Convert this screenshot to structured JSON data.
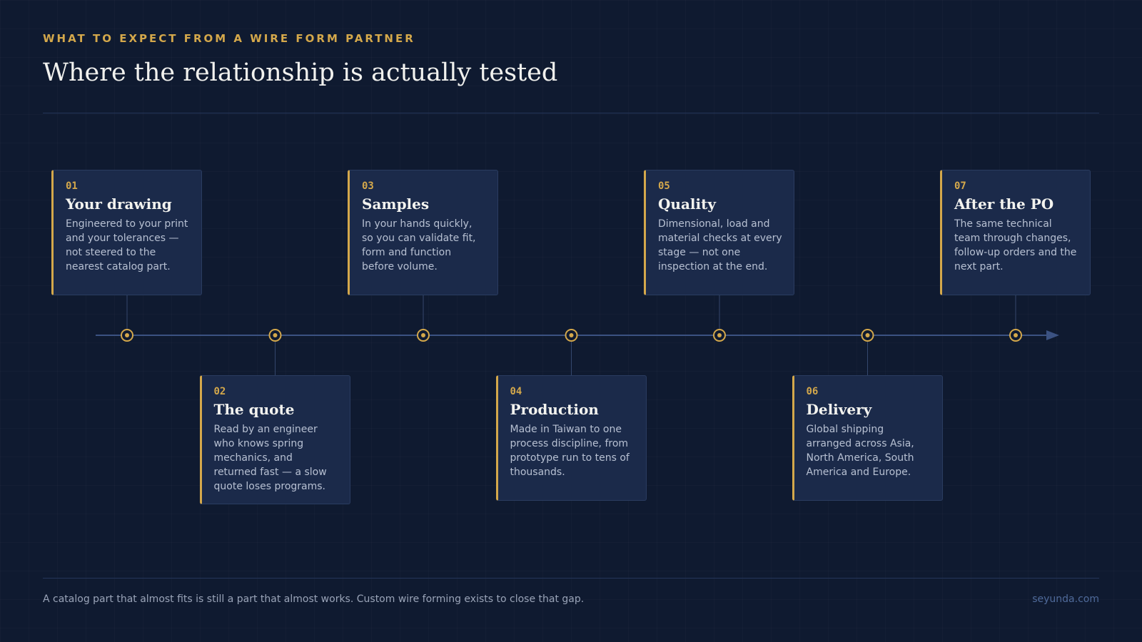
{
  "header": {
    "eyebrow": "WHAT TO EXPECT FROM A WIRE FORM PARTNER",
    "title": "Where the relationship is actually tested"
  },
  "colors": {
    "accent": "#d4a84b",
    "background": "#0f1a30",
    "card": "#1b2a4a",
    "timeline": "#3b5282"
  },
  "steps": [
    {
      "number": "01",
      "title": "Your drawing",
      "text": "Engineered to your print and your tolerances — not steered to the nearest catalog part.",
      "position": "above"
    },
    {
      "number": "02",
      "title": "The quote",
      "text": "Read by an engineer who knows spring mechanics, and returned fast — a slow quote loses programs.",
      "position": "below"
    },
    {
      "number": "03",
      "title": "Samples",
      "text": "In your hands quickly, so you can validate fit, form and function before volume.",
      "position": "above"
    },
    {
      "number": "04",
      "title": "Production",
      "text": "Made in Taiwan to one process discipline, from prototype run to tens of thousands.",
      "position": "below"
    },
    {
      "number": "05",
      "title": "Quality",
      "text": "Dimensional, load and material checks at every stage — not one inspection at the end.",
      "position": "above"
    },
    {
      "number": "06",
      "title": "Delivery",
      "text": "Global shipping arranged across Asia, North America, South America and Europe.",
      "position": "below"
    },
    {
      "number": "07",
      "title": "After the PO",
      "text": "The same technical team through changes, follow-up orders and the next part.",
      "position": "above"
    }
  ],
  "footer": {
    "note": "A catalog part that almost fits is still a part that almost works. Custom wire forming exists to close that gap.",
    "site": "seyunda.com"
  }
}
